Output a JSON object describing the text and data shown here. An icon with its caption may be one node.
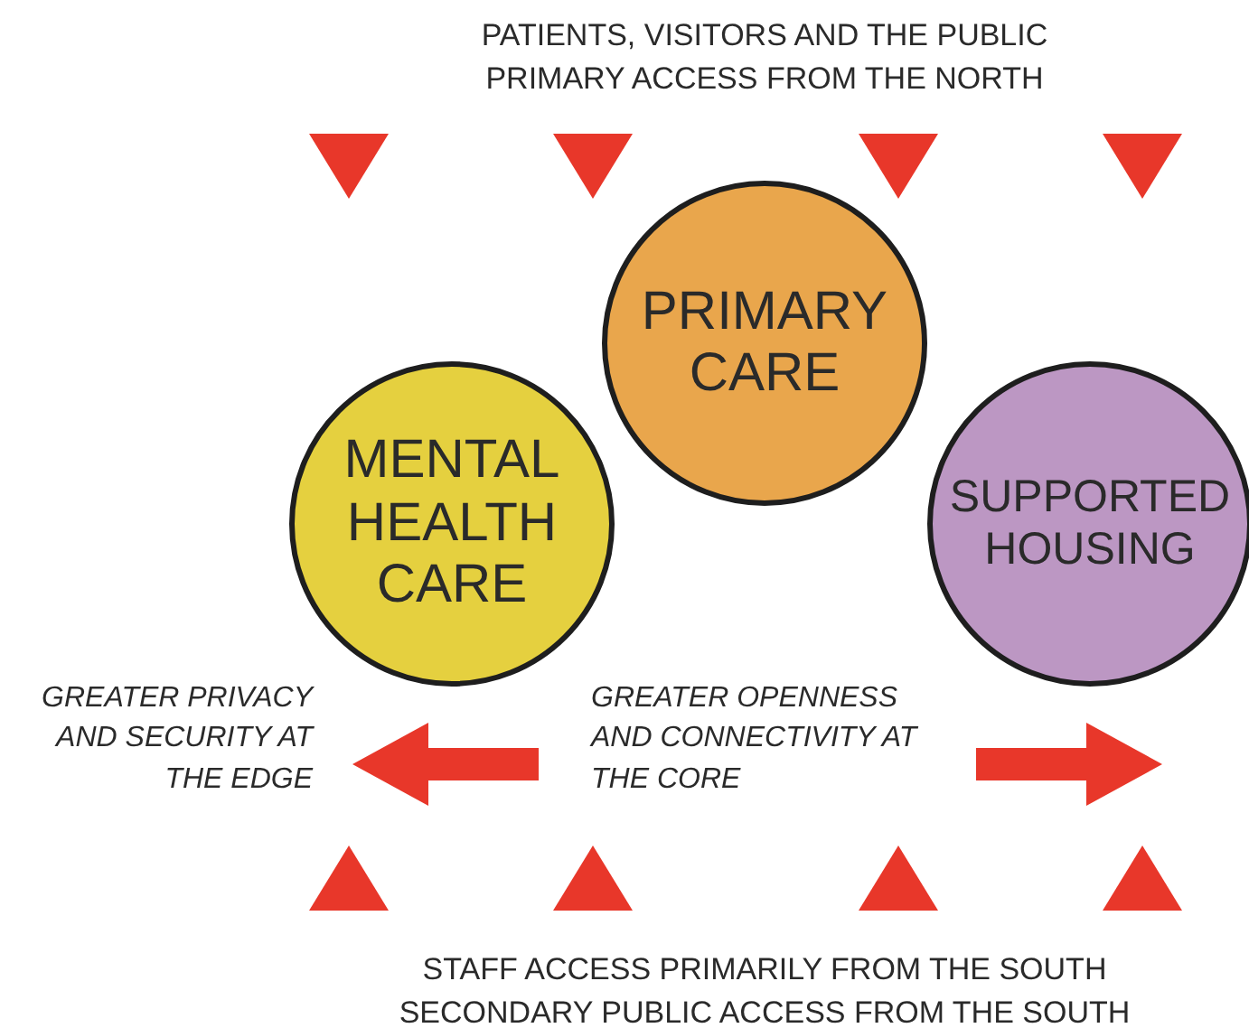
{
  "diagram": {
    "nodes": [
      {
        "text": [
          "PRIMARY CARE"
        ]
      },
      {
        "text": [
          "MENTAL HEALTH CARE"
        ]
      },
      {
        "text": [
          "SUPPORTED HOUSING"
        ]
      }
    ],
    "labels": [
      "PATIENTS, VISITORS AND THE PUBLIC PRIMARY ACCESS FROM THE NORTH",
      "GREATER PRIVACY AND SECURITY AT THE EDGE",
      "GREATER OPENNESS AND CONNECTIVITY AT THE CORE",
      "STAFF ACCESS PRIMARILY FROM THE SOUTH SECONDARY PUBLIC ACCESS FROM THE SOUTH"
    ]
  }
}
